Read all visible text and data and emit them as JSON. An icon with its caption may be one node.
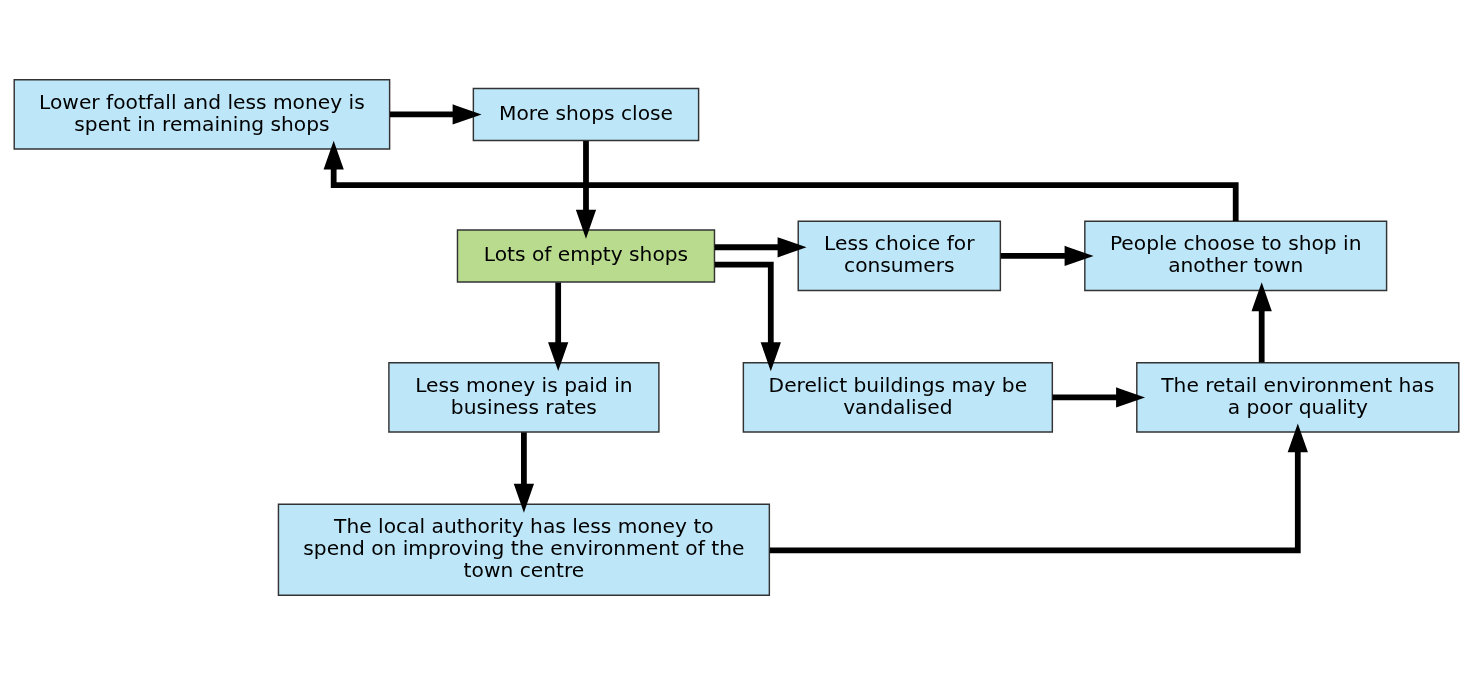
{
  "diagram": {
    "nodes": [
      {
        "text": [
          "More shops close"
        ]
      },
      {
        "text": [
          "Lower footfall and less money is spent in remaining shops"
        ]
      },
      {
        "text": [
          "Lots of empty shops"
        ]
      },
      {
        "text": [
          "Less choice for consumers"
        ]
      },
      {
        "text": [
          "People choose to shop in another town"
        ]
      },
      {
        "text": [
          "Less money is paid in business rates"
        ]
      },
      {
        "text": [
          "Derelict buildings may be vandalised"
        ]
      },
      {
        "text": [
          "The retail environment has a poor quality"
        ]
      },
      {
        "text": [
          "The local authority has less money to spend on improving the environment of the town centre"
        ]
      }
    ],
    "edges": [
      {
        "from": 1,
        "to": 0,
        "arrow": "to"
      },
      {
        "from": 0,
        "to": 2,
        "arrow": "to"
      },
      {
        "from": 2,
        "to": 3,
        "arrow": "to"
      },
      {
        "from": 3,
        "to": 4,
        "arrow": "to"
      },
      {
        "from": 4,
        "to": 1,
        "arrow": "to"
      },
      {
        "from": 2,
        "to": 5,
        "arrow": "to"
      },
      {
        "from": 2,
        "to": 6,
        "arrow": "to"
      },
      {
        "from": 6,
        "to": 7,
        "arrow": "to"
      },
      {
        "from": 7,
        "to": 4,
        "arrow": "to"
      },
      {
        "from": 5,
        "to": 8,
        "arrow": "to"
      },
      {
        "from": 8,
        "to": 7,
        "arrow": "to"
      }
    ]
  }
}
